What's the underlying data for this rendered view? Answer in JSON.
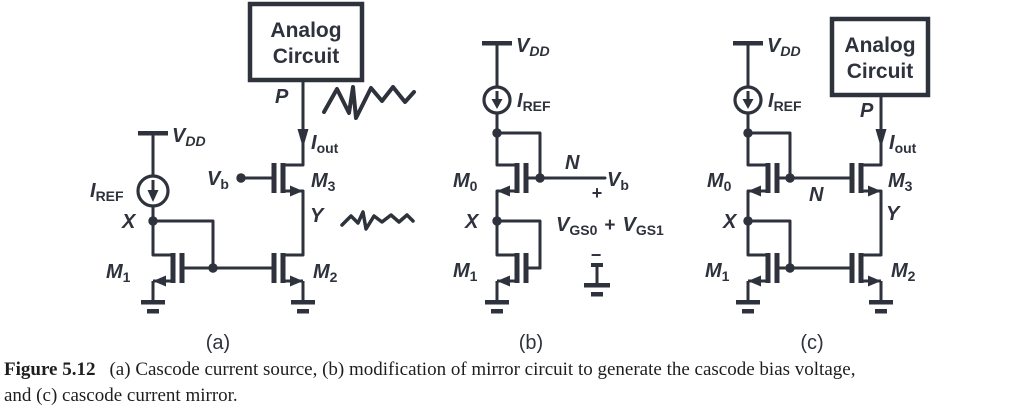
{
  "colors": {
    "ink": "#2e323c",
    "caption_text": "#1e1e1e",
    "background": "#ffffff"
  },
  "circuit_a": {
    "analog_box": {
      "line1": "Analog",
      "line2": "Circuit"
    },
    "labels": {
      "vdd": {
        "main": "V",
        "sub": "DD"
      },
      "iref": {
        "main": "I",
        "sub": "REF"
      },
      "iout": {
        "main": "I",
        "sub": "out"
      },
      "vb": {
        "main": "V",
        "sub": "b"
      },
      "m1": {
        "main": "M",
        "sub": "1"
      },
      "m2": {
        "main": "M",
        "sub": "2"
      },
      "m3": {
        "main": "M",
        "sub": "3"
      },
      "node_x": "X",
      "node_y": "Y",
      "node_p": "P"
    },
    "caption": "(a)"
  },
  "circuit_b": {
    "labels": {
      "vdd": {
        "main": "V",
        "sub": "DD"
      },
      "iref": {
        "main": "I",
        "sub": "REF"
      },
      "vb": {
        "main": "V",
        "sub": "b"
      },
      "m0": {
        "main": "M",
        "sub": "0"
      },
      "m1": {
        "main": "M",
        "sub": "1"
      },
      "node_x": "X",
      "node_n": "N",
      "plus": "+",
      "minus": "−",
      "vgs_sum": {
        "v1": "V",
        "s1": "GS0",
        "op": "+",
        "v2": "V",
        "s2": "GS1"
      }
    },
    "caption": "(b)"
  },
  "circuit_c": {
    "analog_box": {
      "line1": "Analog",
      "line2": "Circuit"
    },
    "labels": {
      "vdd": {
        "main": "V",
        "sub": "DD"
      },
      "iref": {
        "main": "I",
        "sub": "REF"
      },
      "iout": {
        "main": "I",
        "sub": "out"
      },
      "m0": {
        "main": "M",
        "sub": "0"
      },
      "m1": {
        "main": "M",
        "sub": "1"
      },
      "m2": {
        "main": "M",
        "sub": "2"
      },
      "m3": {
        "main": "M",
        "sub": "3"
      },
      "node_x": "X",
      "node_y": "Y",
      "node_n": "N",
      "node_p": "P"
    },
    "caption": "(c)"
  },
  "figure_caption": {
    "tag": "Figure 5.12",
    "line1": "(a) Cascode current source, (b) modification of mirror circuit to generate the cascode bias voltage,",
    "line2": "and (c) cascode current mirror."
  }
}
